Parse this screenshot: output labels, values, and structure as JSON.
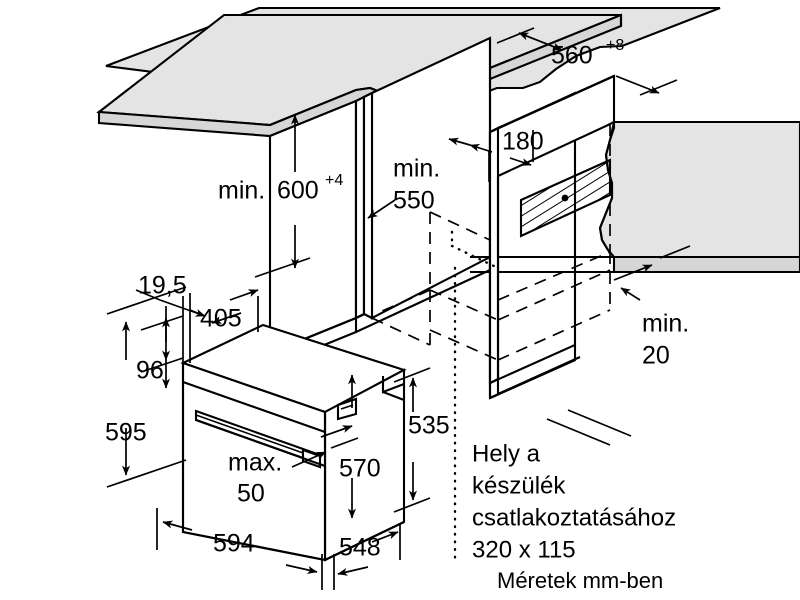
{
  "document": {
    "type": "installation-dimension-drawing",
    "appliance": "built-in oven",
    "language": "hu",
    "units_note": "Méretek mm-ben"
  },
  "dimensions": {
    "niche_depth": {
      "value": "560",
      "tolerance": "+8",
      "name": "niche-depth"
    },
    "niche_height": {
      "prefix": "min.",
      "value": "600",
      "tolerance": "+4",
      "name": "niche-height"
    },
    "niche_width": {
      "prefix": "min.",
      "value": "550",
      "name": "niche-width"
    },
    "rear_offset": {
      "value": "180",
      "name": "rear-offset"
    },
    "rear_clearance": {
      "prefix": "min.",
      "value": "20",
      "name": "rear-clearance"
    },
    "front_trim_depth": {
      "value": "19,5",
      "name": "front-trim-depth"
    },
    "panel_width": {
      "value": "405",
      "name": "panel-width"
    },
    "control_panel_height": {
      "value": "96",
      "name": "control-panel-height"
    },
    "appliance_height": {
      "value": "595",
      "name": "appliance-height"
    },
    "door_gap": {
      "prefix": "max.",
      "value": "50",
      "name": "door-gap"
    },
    "body_height_rear": {
      "value": "535",
      "name": "body-height-rear"
    },
    "body_height_front": {
      "value": "570",
      "name": "body-height-front"
    },
    "appliance_width": {
      "value": "594",
      "name": "appliance-width"
    },
    "appliance_depth": {
      "value": "548",
      "name": "appliance-depth"
    }
  },
  "notes": {
    "connection_area": {
      "line1": "Hely a",
      "line2": "készülék",
      "line3": "csatlakoztatásához",
      "line4": "320 x 115"
    },
    "units": "Méretek mm-ben"
  },
  "colors": {
    "line": "#000000",
    "background": "#ffffff",
    "surface_shade": "#e4e4e4",
    "edge_shade": "#d6d6d6"
  }
}
